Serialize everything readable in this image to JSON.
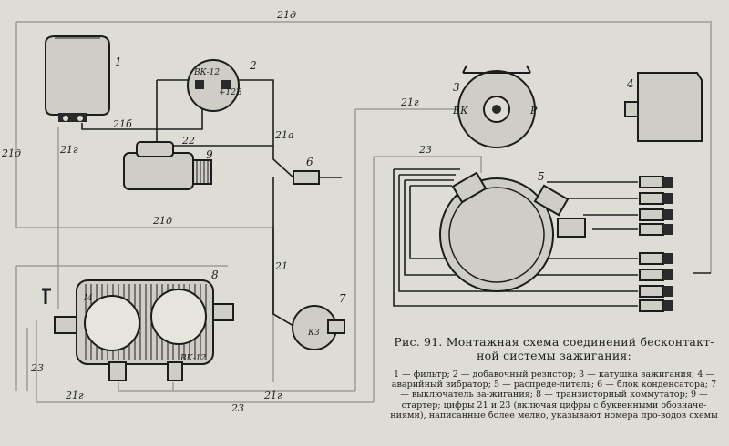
{
  "diagram": {
    "component_numbers": {
      "filter": "1",
      "resistor": "2",
      "coil": "3",
      "vibrator": "4",
      "distributor": "5",
      "capacitor": "6",
      "switch": "7",
      "commutator": "8",
      "starter": "9"
    },
    "resistor_terminals": {
      "left": "ВК-12",
      "right": "+12В"
    },
    "coil_terminals": {
      "left": "ВК",
      "right": "Р"
    },
    "commutator_terminals": {
      "left": "М",
      "right": "ВК-12"
    },
    "switch_terminal": "КЗ",
    "wire_labels": {
      "w21d_top": "21д",
      "w21b": "21б",
      "w22": "22",
      "w21a": "21а",
      "w21g_top": "21г",
      "w23_top": "23",
      "w21g_left": "21г",
      "w21d_left": "21д",
      "w21d_mid": "21д",
      "w21": "21",
      "w23_left": "23",
      "w21g_bottom_left": "21г",
      "w23_bottom": "23",
      "w21g_bottom_mid": "21г"
    }
  },
  "caption": {
    "title": "Рис. 91. Монтажная схема соединений бесконтакт-ной системы зажигания:",
    "legend": "1 — фильтр; 2 — добавочный резистор; 3 — катушка зажигания; 4 — аварийный вибратор; 5 — распреде-литель; 6 — блок конденсатора; 7 — выключатель за-жигания; 8 — транзисторный коммутатор; 9 — стартер; цифры 21 и 23 (включая цифры с буквенными обозначе-ниями), написанные более мелко, указывают номера про-водов схемы"
  }
}
